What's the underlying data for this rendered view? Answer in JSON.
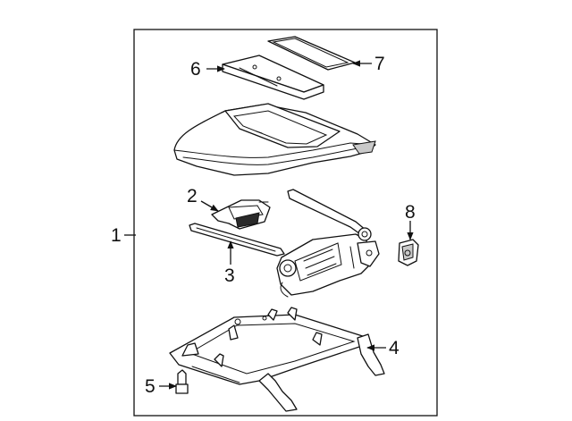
{
  "callouts": [
    {
      "id": "1",
      "label": "1"
    },
    {
      "id": "2",
      "label": "2"
    },
    {
      "id": "3",
      "label": "3"
    },
    {
      "id": "4",
      "label": "4"
    },
    {
      "id": "5",
      "label": "5"
    },
    {
      "id": "6",
      "label": "6"
    },
    {
      "id": "7",
      "label": "7"
    },
    {
      "id": "8",
      "label": "8"
    }
  ]
}
